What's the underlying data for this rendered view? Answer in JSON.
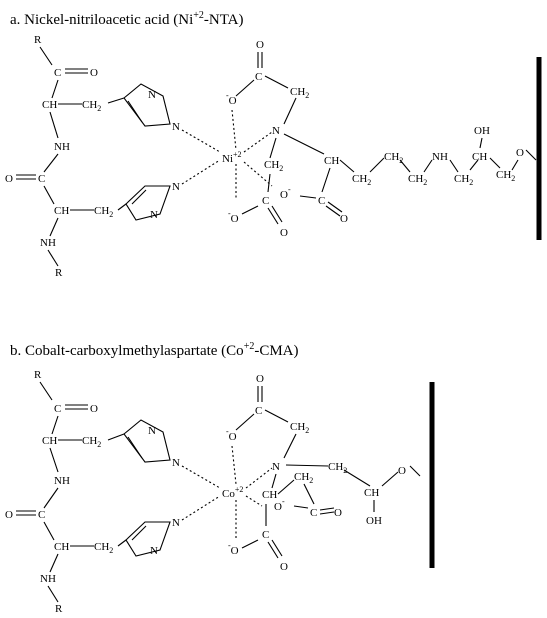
{
  "diagram": {
    "panel_a": {
      "title": "a. Nickel-nitriloacetic acid (Ni",
      "title_sup": "+2",
      "title_end": "-NTA)",
      "metal": "Ni",
      "metal_charge": "+2"
    },
    "panel_b": {
      "title": "b. Cobalt-carboxylmethylaspartate (Co",
      "title_sup": "+2",
      "title_end": "-CMA)",
      "metal": "Co",
      "metal_charge": "+2"
    },
    "labels": {
      "R": "R",
      "C": "C",
      "O": "O",
      "N": "N",
      "CH": "CH",
      "CH2": "CH",
      "sub2": "2",
      "NH": "NH",
      "OH": "OH",
      "anion": "-"
    }
  }
}
